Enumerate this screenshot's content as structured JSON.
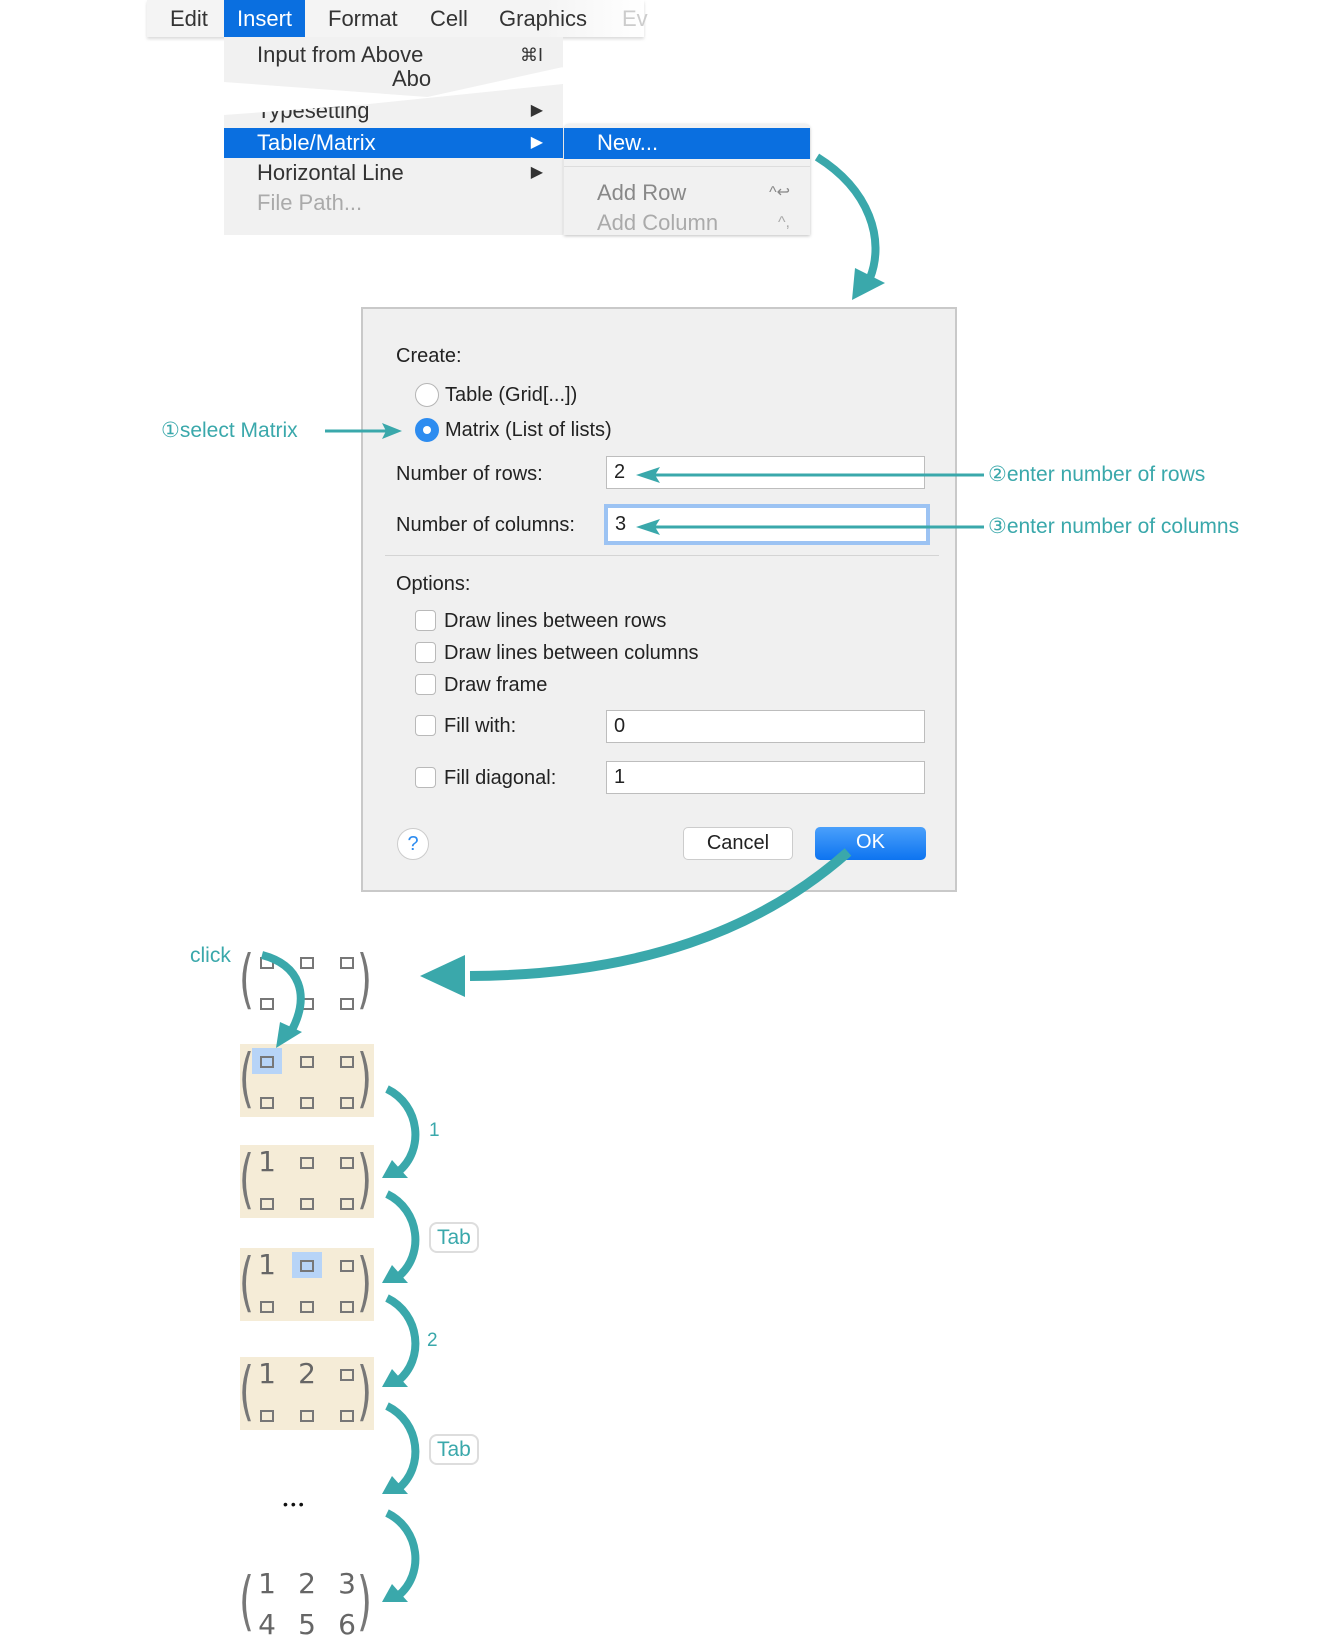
{
  "menubar": {
    "items": [
      "Edit",
      "Insert",
      "Format",
      "Cell",
      "Graphics",
      "Ev"
    ]
  },
  "insert_menu": {
    "input_from_above": "Input from Above",
    "input_from_above_shortcut": "⌘I",
    "partial_item": "Abo",
    "typesetting": "Typesetting",
    "table_matrix": "Table/Matrix",
    "horizontal_line": "Horizontal Line",
    "file_path": "File Path..."
  },
  "submenu": {
    "new": "New...",
    "add_row": "Add Row",
    "add_row_shortcut": "^↩",
    "add_column": "Add Column",
    "add_column_shortcut": "^,"
  },
  "dialog": {
    "create_label": "Create:",
    "radio_table": "Table (Grid[...])",
    "radio_matrix": "Matrix (List of lists)",
    "selected": "matrix",
    "rows_label": "Number of rows:",
    "rows_value": "2",
    "cols_label": "Number of columns:",
    "cols_value": "3",
    "options_label": "Options:",
    "opt_rows": "Draw lines between rows",
    "opt_cols": "Draw lines between columns",
    "opt_frame": "Draw frame",
    "fill_with_label": "Fill with:",
    "fill_with_value": "0",
    "fill_diag_label": "Fill diagonal:",
    "fill_diag_value": "1",
    "help": "?",
    "cancel": "Cancel",
    "ok": "OK"
  },
  "annotations": {
    "step1": "①select Matrix",
    "step2": "②enter number of rows",
    "step3": "③enter number of columns",
    "click": "click",
    "key1": "1",
    "tab1": "Tab",
    "key2": "2",
    "tab2": "Tab",
    "ellipsis": "•••"
  },
  "colors": {
    "accent": "#3aa8ab",
    "highlight": "#0a6fe0",
    "matrix_bg": "#f5ecd7"
  },
  "matrices": [
    {
      "bg": false,
      "selected": null,
      "cells": [
        [
          null,
          null,
          null
        ],
        [
          null,
          null,
          null
        ]
      ]
    },
    {
      "bg": true,
      "selected": [
        0,
        0
      ],
      "cells": [
        [
          null,
          null,
          null
        ],
        [
          null,
          null,
          null
        ]
      ]
    },
    {
      "bg": true,
      "selected": null,
      "cells": [
        [
          "1",
          null,
          null
        ],
        [
          null,
          null,
          null
        ]
      ]
    },
    {
      "bg": true,
      "selected": [
        0,
        1
      ],
      "cells": [
        [
          "1",
          null,
          null
        ],
        [
          null,
          null,
          null
        ]
      ]
    },
    {
      "bg": true,
      "selected": null,
      "cells": [
        [
          "1",
          "2",
          null
        ],
        [
          null,
          null,
          null
        ]
      ]
    },
    {
      "bg": false,
      "selected": null,
      "cells": [
        [
          "1",
          "2",
          "3"
        ],
        [
          "4",
          "5",
          "6"
        ]
      ]
    }
  ]
}
